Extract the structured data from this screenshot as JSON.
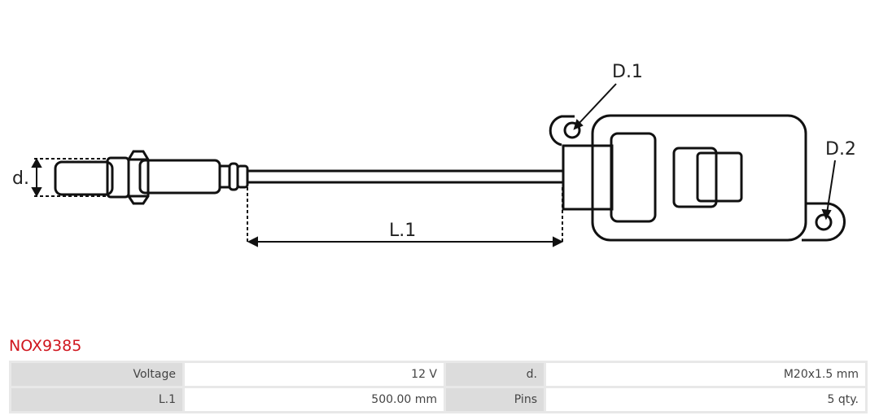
{
  "diagram": {
    "labels": {
      "d": "d.",
      "l1": "L.1",
      "d1": "D.1",
      "d2": "D.2"
    }
  },
  "product": {
    "code": "NOX9385"
  },
  "specs": [
    {
      "label": "Voltage",
      "value": "12 V",
      "label2": "d.",
      "value2": "M20x1.5 mm"
    },
    {
      "label": "L.1",
      "value": "500.00 mm",
      "label2": "Pins",
      "value2": "5 qty."
    }
  ]
}
